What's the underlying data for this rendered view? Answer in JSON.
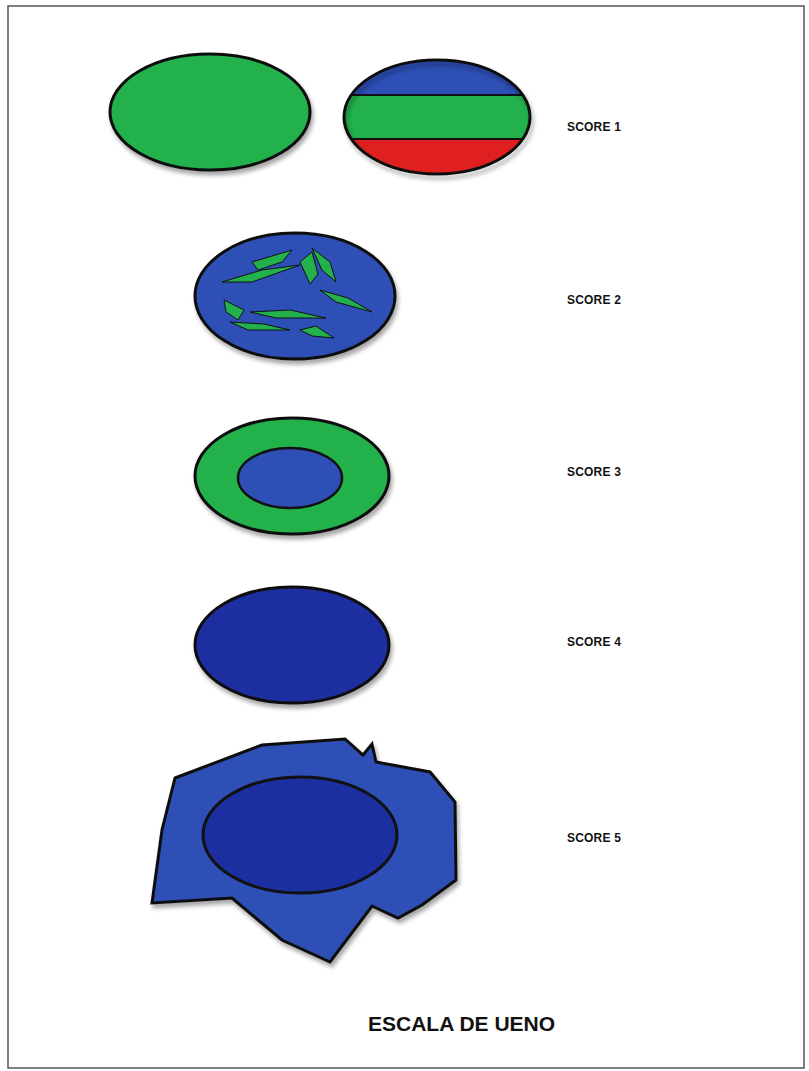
{
  "diagram": {
    "caption": "ESCALA DE UENO",
    "labels": [
      "SCORE 1",
      "SCORE 2",
      "SCORE 3",
      "SCORE 4",
      "SCORE 5"
    ]
  }
}
